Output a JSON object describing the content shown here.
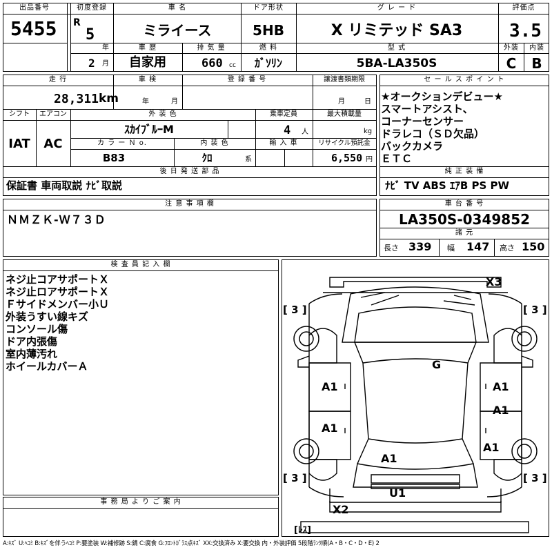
{
  "header": {
    "lot_label": "出品番号",
    "lot_no": "5455",
    "first_reg_label": "初度登録",
    "era": "R",
    "year": "5",
    "year_unit": "年",
    "month": "2",
    "month_unit": "月",
    "car_name_label": "車 名",
    "car_name": "ミライース",
    "history_label": "車 歴",
    "history": "自家用",
    "displacement_label": "排 気 量",
    "displacement": "660",
    "displacement_unit": "cc",
    "door_label": "ドア形状",
    "door": "5HB",
    "fuel_label": "燃 料",
    "fuel": "ｶﾞｿﾘﾝ",
    "grade_label": "グ レ ー ド",
    "grade": "X リミテッド SA3",
    "model_label": "型 式",
    "model": "5BA-LA350S",
    "score_label": "評価点",
    "score": "3.5",
    "ext_label": "外装",
    "int_label": "内装",
    "ext_grade": "C",
    "int_grade": "B"
  },
  "row2": {
    "mileage_label": "走 行",
    "mileage": "28,311",
    "mileage_unit": "km",
    "inspection_label": "車 検",
    "insp_year_unit": "年",
    "insp_month_unit": "月",
    "reg_no_label": "登 録 番 号",
    "transfer_label": "譲渡書類期限",
    "transfer_month_unit": "月",
    "transfer_day_unit": "日",
    "shift_label": "シフト",
    "shift": "IAT",
    "ac_label": "エアコン",
    "ac": "AC",
    "ext_color_label": "外 装 色",
    "ext_color": "ｽｶｲﾌﾞﾙｰM",
    "capacity_label": "乗車定員",
    "capacity": "4",
    "capacity_unit": "人",
    "max_load_label": "最大積載量",
    "max_load_unit": "kg",
    "color_no_label": "カ ラ ー Ｎ o.",
    "color_no": "B83",
    "int_color_label": "内 装 色",
    "int_color": "ｸﾛ",
    "int_color_unit": "系",
    "import_label": "輸 入 車",
    "recycle_label": "リサイクル預託金",
    "recycle": "6,550",
    "recycle_unit": "円",
    "later_parts_label": "後 日 発 送 部 品",
    "later_parts": "保証書 車両取説 ﾅﾋﾞ取説"
  },
  "sales": {
    "label": "セ ー ル ス ポ イ ン ト",
    "lines": [
      "★オークションデビュー★",
      "スマートアシスト、",
      "コーナーセンサー",
      "ドラレコ（ＳＤ欠品）",
      "バックカメラ",
      "ＥＴＣ"
    ]
  },
  "equipment": {
    "label": "純 正 装 備",
    "value": "ﾅﾋﾞ TV ABS ｴｱB PS PW"
  },
  "notes": {
    "label": "注 意 事 項 欄",
    "value": "ＮＭＺＫ-Ｗ７３Ｄ"
  },
  "chassis": {
    "label": "車 台 番 号",
    "value": "LA350S-0349852",
    "dims_label": "諸 元",
    "length_label": "長さ",
    "length": "339",
    "width_label": "幅",
    "width": "147",
    "height_label": "高さ",
    "height": "150"
  },
  "inspector": {
    "label": "検 査 員 記 入 欄",
    "lines": [
      "ネジ止コアサポートＸ",
      "ネジ止ロアサポートＸ",
      "Ｆサイドメンバー小Ｕ",
      "外装うすい線キズ",
      "コンソール傷",
      "ドア内張傷",
      "室内薄汚れ",
      "ホイールカバーＡ"
    ]
  },
  "office": {
    "label": "事 務 局 よ り ご 案 内"
  },
  "diagram": {
    "marks": {
      "x3": "X3",
      "tire_fl": "[ 3 ]",
      "tire_fr": "[ 3 ]",
      "tire_rl": "[ 3 ]",
      "tire_rr": "[ 3 ]",
      "g": "G",
      "a1_l1": "A1",
      "a1_r1": "A1",
      "a1_l2": "A1",
      "a1_r2": "A1",
      "a1_r3": "A1",
      "a1_c": "A1",
      "u1": "U1",
      "x2": "X2",
      "spare": "[ﾚｽ]"
    }
  },
  "legend": "A:ｷｽﾞ U:ﾍｺﾐ B:ｷｽﾞを伴うﾍｺﾐ P:要塗装 W:補修跡 S:錆 C:腐食 G:ﾌﾛﾝﾄｶﾞﾗｽ点ｷｽﾞ XX:交換済み X:要交換 内・外装評価 5段階ﾗﾝｸ順(A・B・C・D・E) 2"
}
